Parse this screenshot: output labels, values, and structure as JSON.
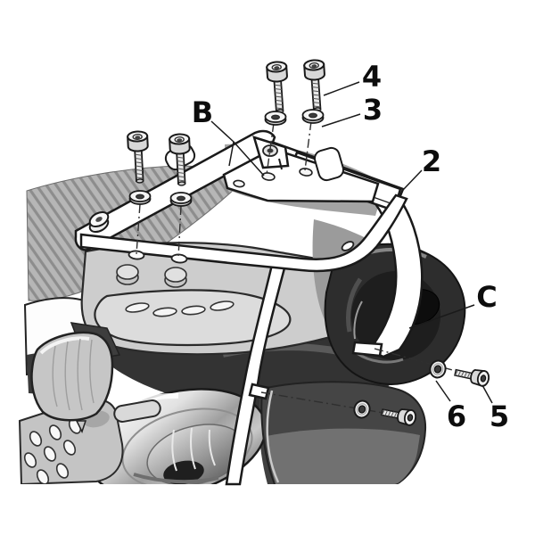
{
  "diagram": {
    "background": "#ffffff",
    "outline_color": "#1a1a1a",
    "body_grays": {
      "seat": "#b6b6b6",
      "tail_cowl": "#cdcdcd",
      "shadow": "#333333",
      "hugger": "#2d2d2d",
      "fender_dark": "#454545",
      "fender_light": "#717171",
      "grab_rail": "#dcdcdc"
    },
    "labels": [
      {
        "id": "B",
        "text": "B"
      },
      {
        "id": "4",
        "text": "4"
      },
      {
        "id": "3",
        "text": "3"
      },
      {
        "id": "2",
        "text": "2"
      },
      {
        "id": "C",
        "text": "C"
      },
      {
        "id": "6",
        "text": "6"
      },
      {
        "id": "5",
        "text": "5"
      }
    ]
  }
}
